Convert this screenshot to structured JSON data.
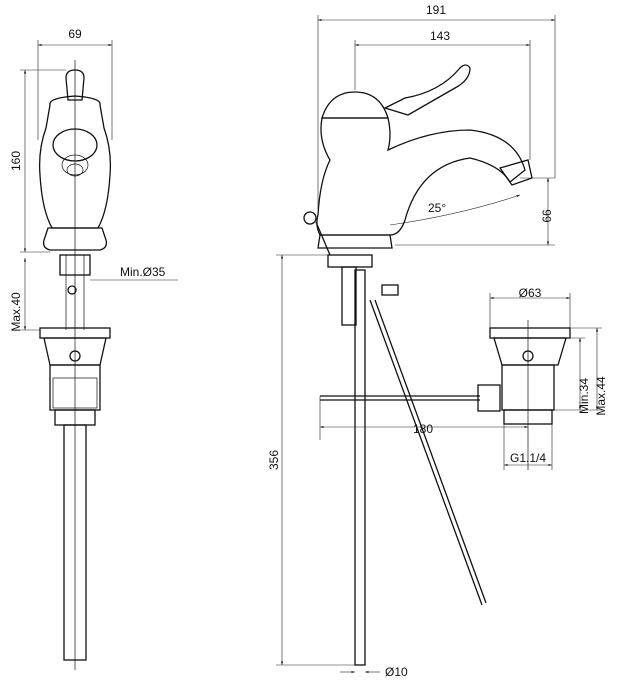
{
  "dimensions": {
    "width_front": "69",
    "height_body": "160",
    "min_hole": "Min.Ø35",
    "max_deck": "Max.40",
    "total_length": "191",
    "spout_reach": "143",
    "spout_angle": "25°",
    "spout_height": "66",
    "drain_diameter": "Ø63",
    "drain_min": "Min.34",
    "drain_max": "Max.44",
    "rod_length": "180",
    "thread": "G1.1/4",
    "total_height": "356",
    "rod_diameter": "Ø10"
  }
}
